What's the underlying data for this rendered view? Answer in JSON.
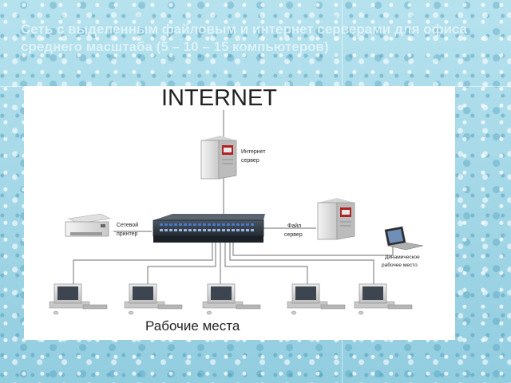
{
  "slide": {
    "title": "Сеть с выделенным файловым и интернет серверами для офиса среднего масштаба (5 – 10 – 15 компьютеров)"
  },
  "diagram": {
    "internet_label": "INTERNET",
    "internet_server_label": [
      "Интернет",
      "сервер"
    ],
    "network_printer_label": [
      "Сетевой",
      "принтер"
    ],
    "file_server_label": [
      "Файл",
      "сервер"
    ],
    "mobile_workstation_label": [
      "Динамическое",
      "рабочее место"
    ],
    "workstations_label": "Рабочие места",
    "colors": {
      "line": "#8a8a8a",
      "server_body": "#e6e6e6",
      "server_accent": "#b22222",
      "switch_body": "#2f3a44",
      "port_blue": "#4a78c8"
    }
  }
}
